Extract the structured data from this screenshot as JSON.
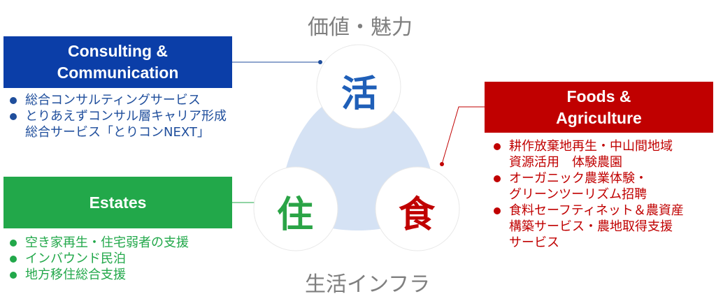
{
  "headings": {
    "top": "価値・魅力",
    "bottom": "生活インフラ"
  },
  "circles": {
    "katsu": "活",
    "ju": "住",
    "shoku": "食"
  },
  "consulting": {
    "title_line1": "Consulting &",
    "title_line2": "Communication",
    "items": [
      {
        "lines": [
          "総合コンサルティングサービス"
        ]
      },
      {
        "lines": [
          "とりあえずコンサル層キャリア形成",
          "総合サービス「とりコンNEXT」"
        ]
      }
    ]
  },
  "foods": {
    "title_line1": "Foods &",
    "title_line2": "Agriculture",
    "items": [
      {
        "lines": [
          "耕作放棄地再生・中山間地域",
          "資源活用　体験農園"
        ]
      },
      {
        "lines": [
          "オーガニック農業体験・",
          "グリーンツーリズム招聘"
        ]
      },
      {
        "lines": [
          "食料セーフティネット＆農資産",
          "構築サービス・農地取得支援",
          "サービス"
        ]
      }
    ]
  },
  "estates": {
    "title": "Estates",
    "items": [
      {
        "lines": [
          "空き家再生・住宅弱者の支援"
        ]
      },
      {
        "lines": [
          "インバウンド民泊"
        ]
      },
      {
        "lines": [
          "地方移住総合支援"
        ]
      }
    ]
  },
  "colors": {
    "blue": "#0b3ea8",
    "red": "#c00000",
    "green": "#22a84a",
    "triangle": "#d5e2f4",
    "grey": "#7f7f7f"
  }
}
